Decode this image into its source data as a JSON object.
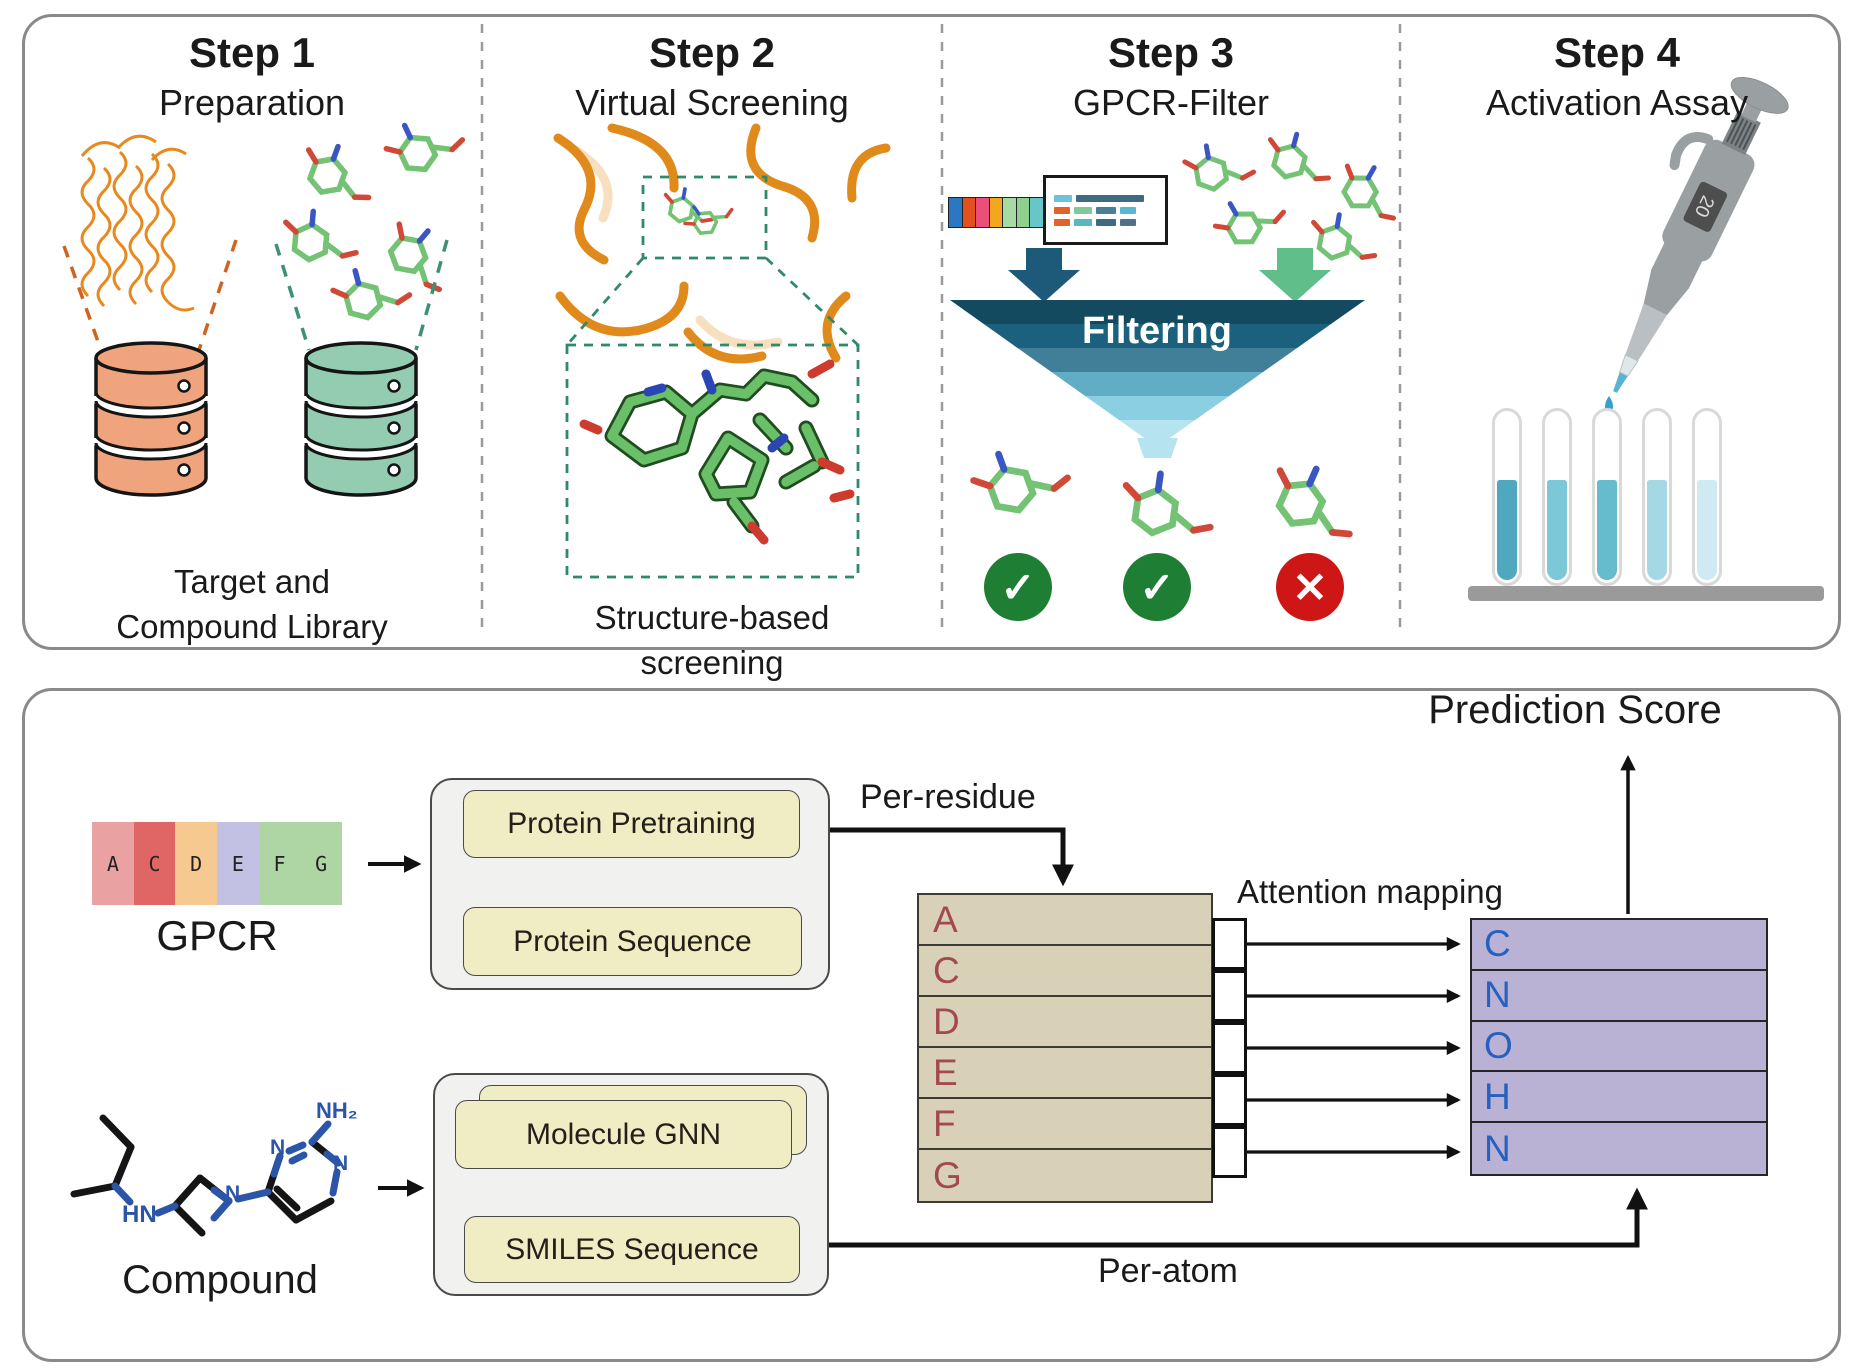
{
  "panel1": {
    "steps": [
      {
        "title": "Step 1",
        "subtitle": "Preparation",
        "caption1": "Target and",
        "caption2": "Compound Library"
      },
      {
        "title": "Step 2",
        "subtitle": "Virtual Screening",
        "caption1": "Structure-based screening"
      },
      {
        "title": "Step 3",
        "subtitle": "GPCR-Filter",
        "funnel_label": "Filtering",
        "strip_colors": [
          "#2b77c2",
          "#e4501d",
          "#e94f78",
          "#f2a71f",
          "#a6dba3",
          "#8fd08f",
          "#67c6c9"
        ],
        "verdicts": [
          "✓",
          "✓",
          "✕"
        ]
      },
      {
        "title": "Step 4",
        "subtitle": "Activation Assay",
        "pipette_volume": "20"
      }
    ]
  },
  "panel2": {
    "gpcr_label": "GPCR",
    "gpcr_blocks": [
      {
        "letter": "A",
        "color": "#e9a1a1"
      },
      {
        "letter": "C",
        "color": "#e06666"
      },
      {
        "letter": "D",
        "color": "#f5c98f"
      },
      {
        "letter": "E",
        "color": "#c3c1e3"
      },
      {
        "letter": "F",
        "color": "#aed6a5"
      },
      {
        "letter": "G",
        "color": "#aed6a5"
      }
    ],
    "protein_module": {
      "encoder": "Protein Pretraining",
      "input": "Protein Sequence"
    },
    "molecule_module": {
      "encoder": "Molecule GNN",
      "input": "SMILES Sequence"
    },
    "compound_label": "Compound",
    "compound_atoms": {
      "hn": "HN",
      "n1": "N",
      "n2": "N",
      "n3": "N",
      "nh2": "NH₂"
    },
    "per_residue_label": "Per-residue",
    "per_atom_label": "Per-atom",
    "attention_label": "Attention mapping",
    "prediction_label": "Prediction Score",
    "residue_rows": [
      "A",
      "C",
      "D",
      "E",
      "F",
      "G"
    ],
    "atom_rows": [
      "C",
      "N",
      "O",
      "H",
      "N"
    ]
  },
  "colors": {
    "target_db": "#f0a47e",
    "compound_db": "#93ccb1",
    "ribbon_orange": "#e8891f",
    "stick_green": "#74c274",
    "dashed_orange": "#cf6420",
    "dashed_teal": "#3f8f78",
    "filter_arrow_blue": "#1d5a7a",
    "filter_arrow_green": "#5fbe8a",
    "funnel_bands": [
      "#144a60",
      "#1b617d",
      "#417f98",
      "#62adc6",
      "#8bcfe2",
      "#b5e4f0"
    ],
    "check_green": "#1e7e34",
    "cross_red": "#cf1616",
    "tube_fills": [
      "#4fa8c0",
      "#7cc8d8",
      "#66bccd",
      "#a5d8e5",
      "#cfeaf2"
    ],
    "residue_bg": "#d8d1b8",
    "residue_text": "#a34a50",
    "atom_bg": "#b9b2d4",
    "atom_text": "#2660c0"
  }
}
